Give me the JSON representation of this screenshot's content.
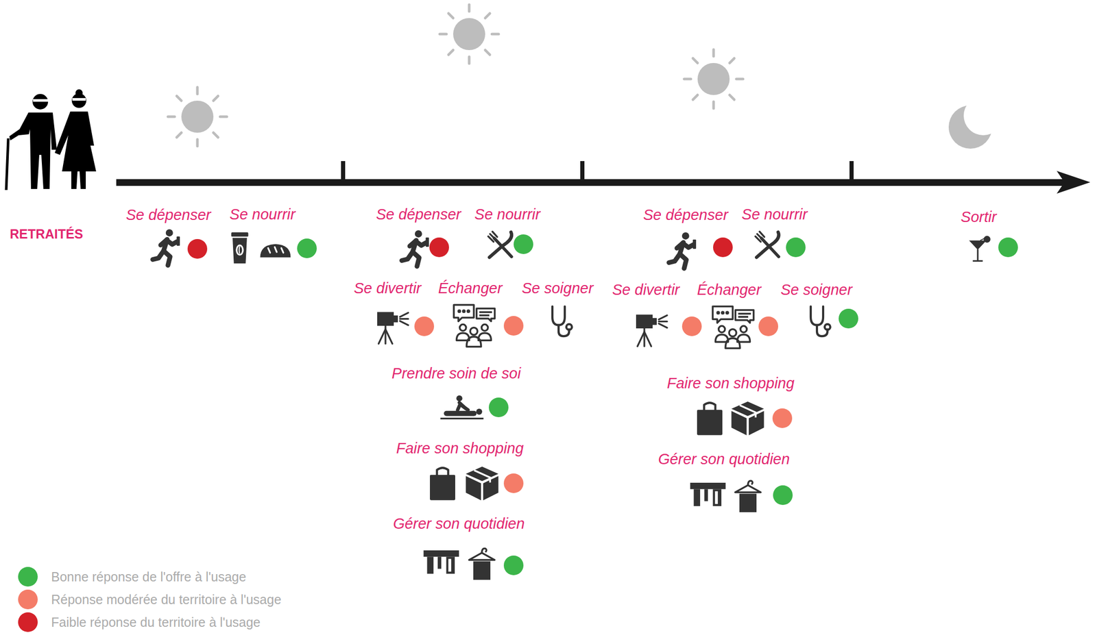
{
  "diagram": {
    "labels": [
      "RETRAITÉS",
      "Se dépenser",
      "Se nourrir",
      "Se dépenser",
      "Se nourrir",
      "Se divertir",
      "Échanger",
      "Se soigner",
      "Prendre soin de soi",
      "Faire son shopping",
      "Gérer son quotidien",
      "Se dépenser",
      "Se nourrir",
      "Se divertir",
      "Échanger",
      "Se soigner",
      "Faire son shopping",
      "Gérer son quotidien",
      "Sortir"
    ],
    "legend": [
      {
        "text": "Bonne réponse de l'offre à l'usage",
        "color": "#3cb54a"
      },
      {
        "text": "Réponse modérée du territoire à l'usage",
        "color": "#f47c68"
      },
      {
        "text": "Faible réponse du territoire à l'usage",
        "color": "#d42129"
      }
    ]
  }
}
